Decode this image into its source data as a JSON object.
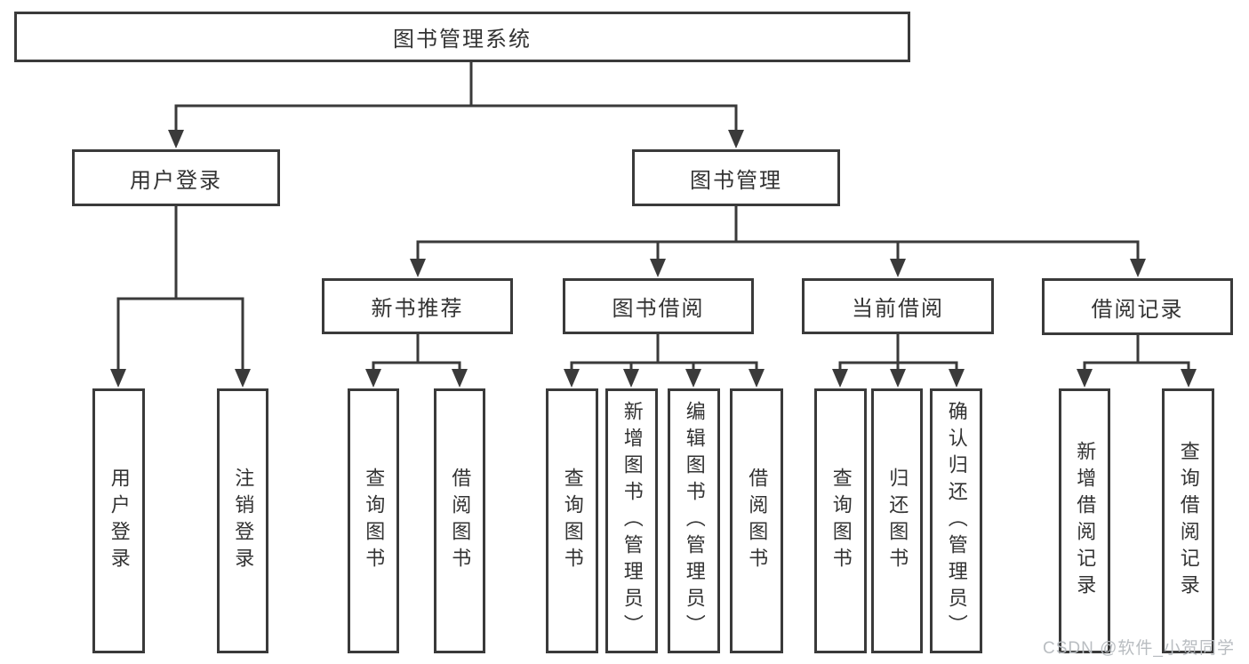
{
  "tree": {
    "label": "图书管理系统",
    "children": [
      {
        "label": "用户登录",
        "children": [
          {
            "label": "用户登录"
          },
          {
            "label": "注销登录"
          }
        ]
      },
      {
        "label": "图书管理",
        "children": [
          {
            "label": "新书推荐",
            "children": [
              {
                "label": "查询图书"
              },
              {
                "label": "借阅图书"
              }
            ]
          },
          {
            "label": "图书借阅",
            "children": [
              {
                "label": "查询图书"
              },
              {
                "label": "新增图书（管理员）"
              },
              {
                "label": "编辑图书（管理员）"
              },
              {
                "label": "借阅图书"
              }
            ]
          },
          {
            "label": "当前借阅",
            "children": [
              {
                "label": "查询图书"
              },
              {
                "label": "归还图书"
              },
              {
                "label": "确认归还（管理员）"
              }
            ]
          },
          {
            "label": "借阅记录",
            "children": [
              {
                "label": "新增借阅记录"
              },
              {
                "label": "查询借阅记录"
              }
            ]
          }
        ]
      }
    ]
  },
  "watermark": {
    "text": "CSDN @软件_小贺同学"
  },
  "colors": {
    "line": "#3a3a3a",
    "text": "#333333",
    "background": "#ffffff",
    "watermark": "#b9bdc1"
  }
}
